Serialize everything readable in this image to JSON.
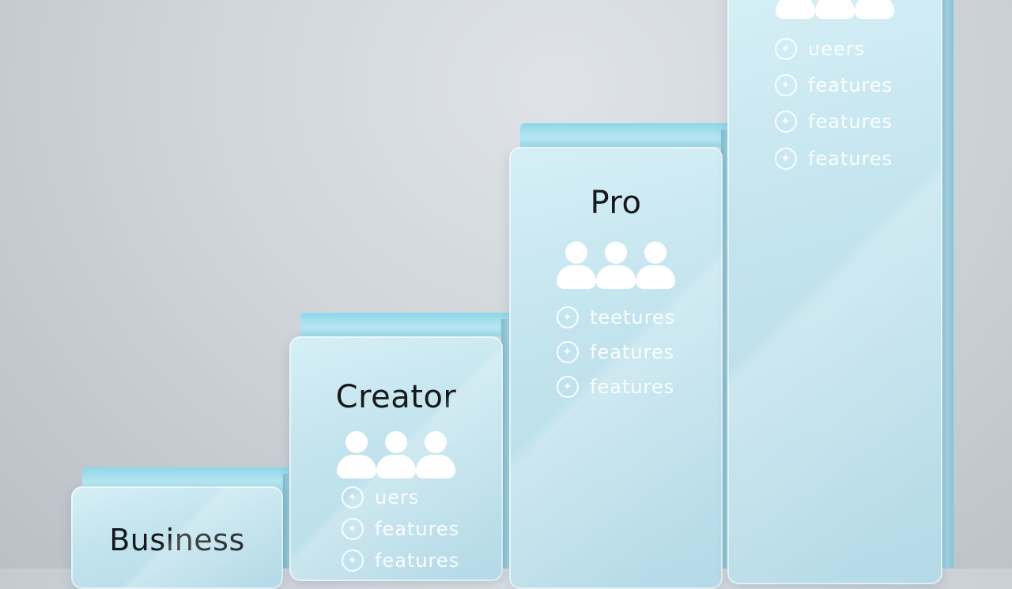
{
  "tiers": [
    {
      "title": "Business"
    },
    {
      "title": "Creator",
      "features": [
        {
          "icon": "feature-icon",
          "label": "uers"
        },
        {
          "icon": "feature-icon",
          "label": "features"
        },
        {
          "icon": "feature-icon",
          "label": "features"
        }
      ]
    },
    {
      "title": "Pro",
      "features": [
        {
          "icon": "feature-icon",
          "label": "teetures"
        },
        {
          "icon": "feature-icon",
          "label": "features"
        },
        {
          "icon": "feature-icon",
          "label": "features"
        }
      ]
    },
    {
      "features": [
        {
          "icon": "feature-icon",
          "label": "ueers"
        },
        {
          "icon": "feature-icon",
          "label": "features"
        },
        {
          "icon": "feature-icon",
          "label": "features"
        },
        {
          "icon": "feature-icon",
          "label": "features"
        }
      ]
    }
  ],
  "colors": {
    "block_front": "#c3e4ee",
    "block_top": "#9ed7e6",
    "title_text": "#16181b",
    "feature_text": "#ffffff"
  }
}
